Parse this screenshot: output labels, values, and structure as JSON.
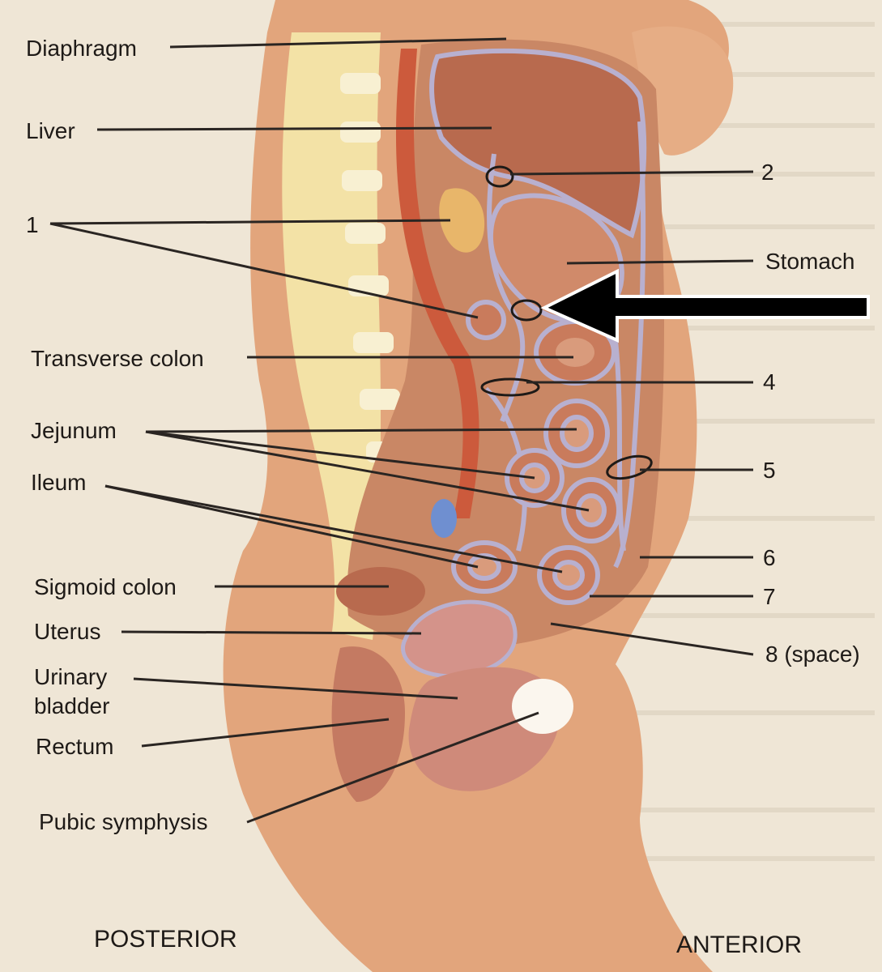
{
  "labels": {
    "diaphragm": "Diaphragm",
    "liver": "Liver",
    "one": "1",
    "two": "2",
    "stomach": "Stomach",
    "transverse_colon": "Transverse colon",
    "four": "4",
    "jejunum": "Jejunum",
    "five": "5",
    "ileum": "Ileum",
    "six": "6",
    "sigmoid_colon": "Sigmoid colon",
    "seven": "7",
    "uterus": "Uterus",
    "eight": "8 (space)",
    "urinary_bladder": "Urinary bladder",
    "rectum": "Rectum",
    "pubic_symphysis": "Pubic symphysis"
  },
  "orientation": {
    "posterior": "POSTERIOR",
    "anterior": "ANTERIOR"
  },
  "colors": {
    "page": "#efe6d6",
    "skin": "#e2a57c",
    "cavity": "#c98765",
    "organ": "#c77a5e",
    "membrane": "#b8b0cf",
    "spine": "#f1df9b",
    "aorta": "#cc5a3c",
    "leader": "#2a2522",
    "arrow": "#000000"
  }
}
